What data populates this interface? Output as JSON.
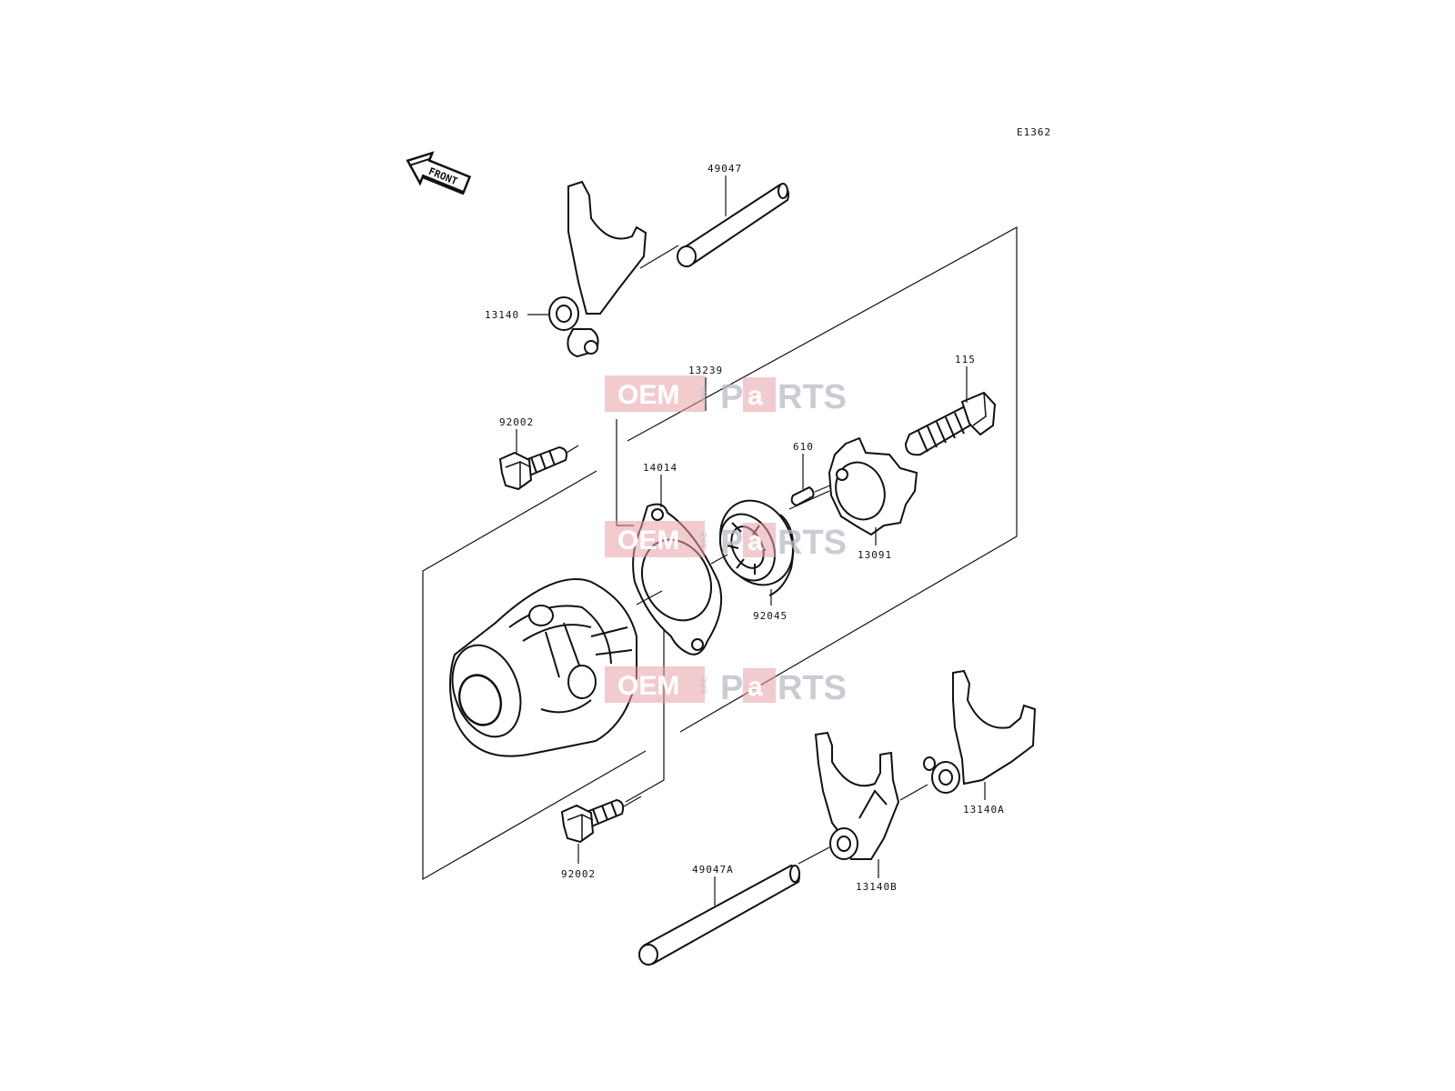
{
  "diagram": {
    "code": "E1362",
    "front_label": "FRONT",
    "labels": {
      "p49047": "49047",
      "p13140": "13140",
      "p13239": "13239",
      "p115": "115",
      "p92002_top": "92002",
      "p14014": "14014",
      "p610": "610",
      "p13091": "13091",
      "p92045": "92045",
      "p13140A": "13140A",
      "p92002_bottom": "92002",
      "p49047A": "49047A",
      "p13140B": "13140B"
    }
  },
  "watermark": {
    "part1": "OEM",
    "part2": "BIKE",
    "part3": "P",
    "part4": "a",
    "part5": "RTS",
    "colors": {
      "red": "#e8a0a5",
      "grey": "#b9bcc6"
    }
  }
}
